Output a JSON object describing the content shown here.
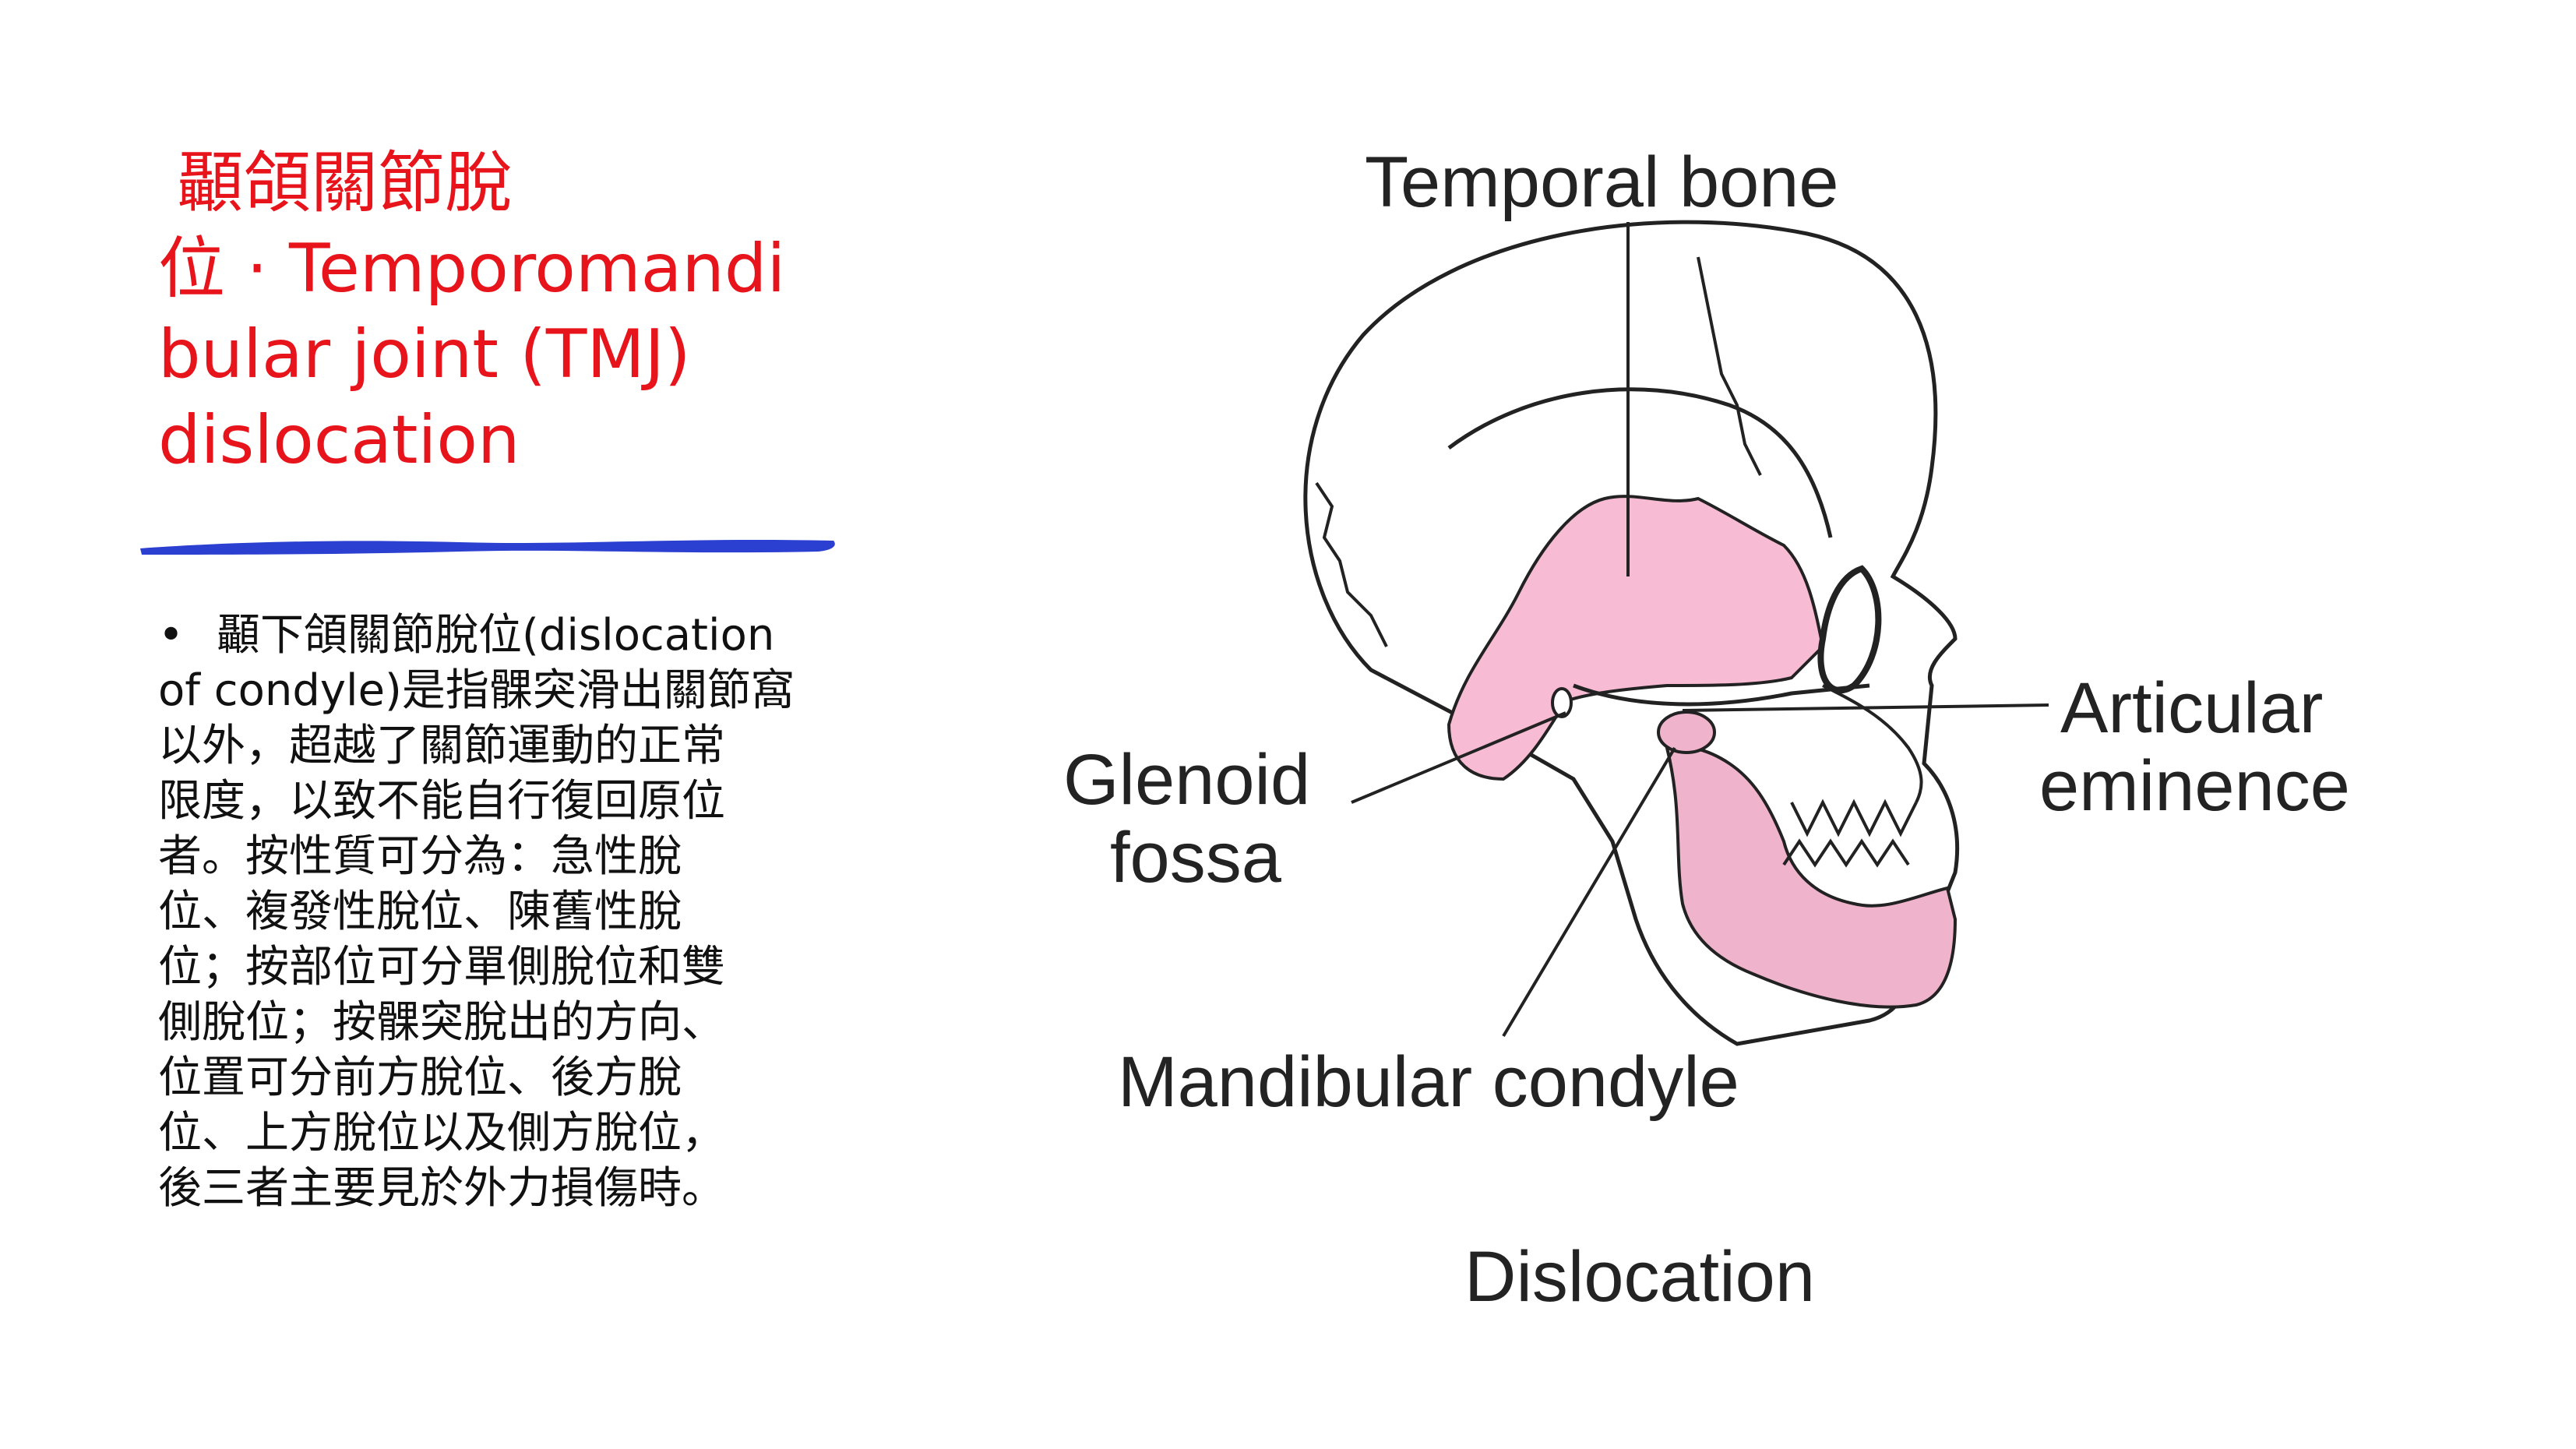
{
  "title": {
    "lines": [
      "顳頜關節脫",
      "位 · Temporomandi",
      "bular joint (TMJ)",
      "dislocation"
    ]
  },
  "body": {
    "bullet_symbol": "•",
    "lines": [
      "顳下頜關節脫位(dislocation",
      "of condyle)是指髁突滑出關節窩",
      "以外，超越了關節運動的正常",
      "限度，以致不能自行復回原位",
      "者。按性質可分為：急性脫",
      "位、複發性脫位、陳舊性脫",
      "位；按部位可分單側脫位和雙",
      "側脫位；按髁突脫出的方向、",
      "位置可分前方脫位、後方脫",
      "位、上方脫位以及側方脫位，",
      "後三者主要見於外力損傷時。"
    ]
  },
  "figure": {
    "labels": {
      "temporal_bone": "Temporal bone",
      "articular": "Articular",
      "eminence": "eminence",
      "glenoid": "Glenoid",
      "fossa": "fossa",
      "mandibular_condyle": "Mandibular condyle",
      "caption": "Dislocation"
    }
  },
  "colors": {
    "title": "#e8141c",
    "underline": "#2b3fd0",
    "bone_pink": "#f7bcd3",
    "mandible_pink": "#efb3cc"
  }
}
